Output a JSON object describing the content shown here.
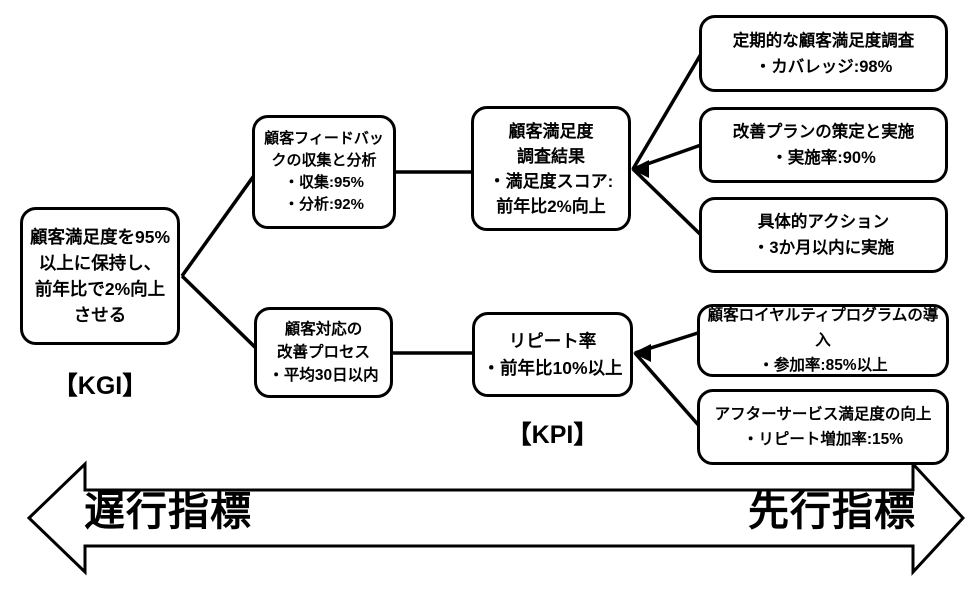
{
  "nodes": {
    "kgi": {
      "text": "顧客満足度を95%\n以上に保持し、\n前年比で2%向上\nさせる"
    },
    "feedback": {
      "text": "顧客フィードバッ\nクの収集と分析\n・収集:95%\n・分析:92%"
    },
    "process": {
      "text": "顧客対応の\n改善プロセス\n・平均30日以内"
    },
    "survey": {
      "text": "顧客満足度\n調査結果\n・満足度スコア:\n前年比2%向上"
    },
    "repeat": {
      "text": "リピート率\n・前年比10%以上"
    },
    "periodic": {
      "text": "定期的な顧客満足度調査\n・カバレッジ:98%"
    },
    "plan": {
      "text": "改善プランの策定と実施\n・実施率:90%"
    },
    "action": {
      "text": "具体的アクション\n・3か月以内に実施"
    },
    "loyalty": {
      "text": "顧客ロイヤルティプログラムの導入\n・参加率:85%以上"
    },
    "after": {
      "text": "アフターサービス満足度の向上\n・リピート増加率:15%"
    }
  },
  "labels": {
    "kgi": "【KGI】",
    "kpi": "【KPI】"
  },
  "axis": {
    "lagging": "遅行指標",
    "leading": "先行指標"
  },
  "colors": {
    "line": "#000000",
    "box_fill": "#ffffff",
    "background": "#ffffff"
  }
}
